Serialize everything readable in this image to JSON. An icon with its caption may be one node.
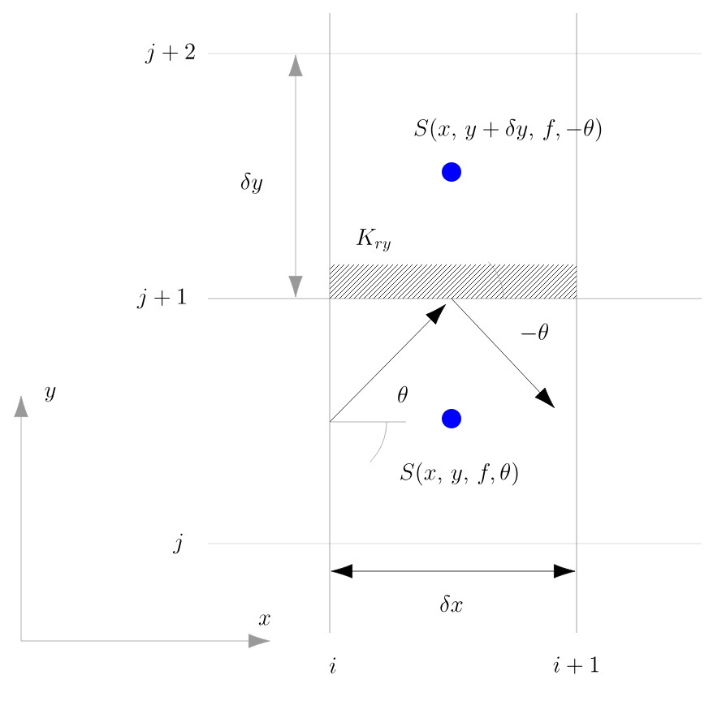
{
  "diagram": {
    "nodes": [
      {
        "text": [],
        "shape": "circle",
        "beside": [
          "S(x,\\, y+\\delta y,\\, f, -\\theta)"
        ]
      },
      {
        "text": [],
        "shape": "circle",
        "beside": [
          "S(x,\\, y,\\, f, \\theta)"
        ]
      }
    ],
    "labels": [
      "j+2",
      "\\delta y",
      "K_{ry}",
      "j+1",
      "-\\theta",
      "y",
      "\\theta",
      "j",
      "\\delta x",
      "x",
      "i",
      "i+1"
    ]
  }
}
